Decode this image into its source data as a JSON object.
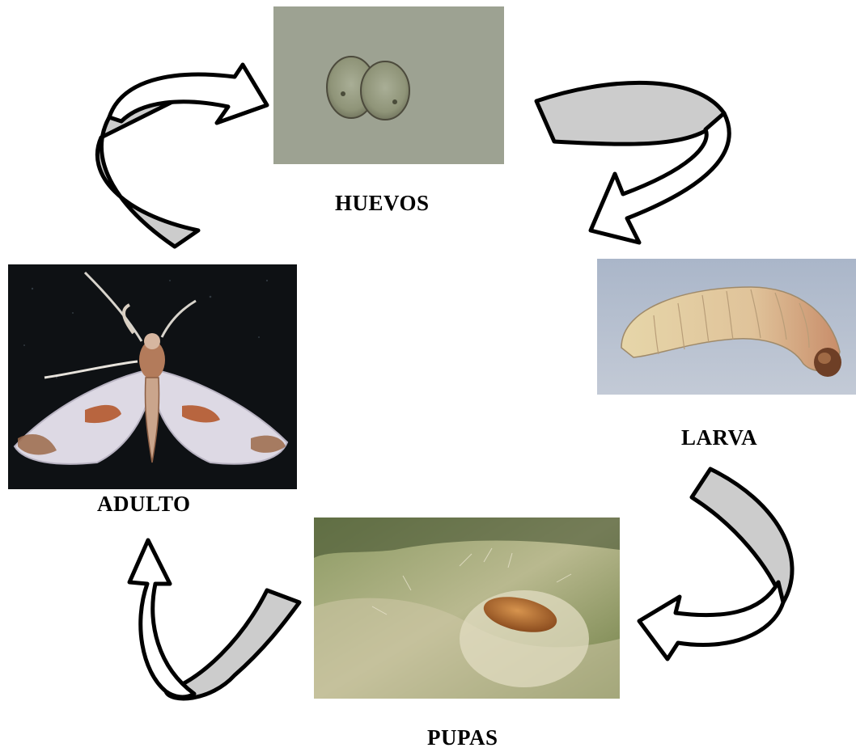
{
  "stages": {
    "eggs": {
      "label": "HUEVOS"
    },
    "larva": {
      "label": "LARVA"
    },
    "pupa": {
      "label": "PUPAS"
    },
    "adult": {
      "label": "ADULTO"
    }
  },
  "colors": {
    "arrow_fill": "#ffffff",
    "arrow_band": "#cccccc",
    "arrow_stroke": "#000000"
  }
}
